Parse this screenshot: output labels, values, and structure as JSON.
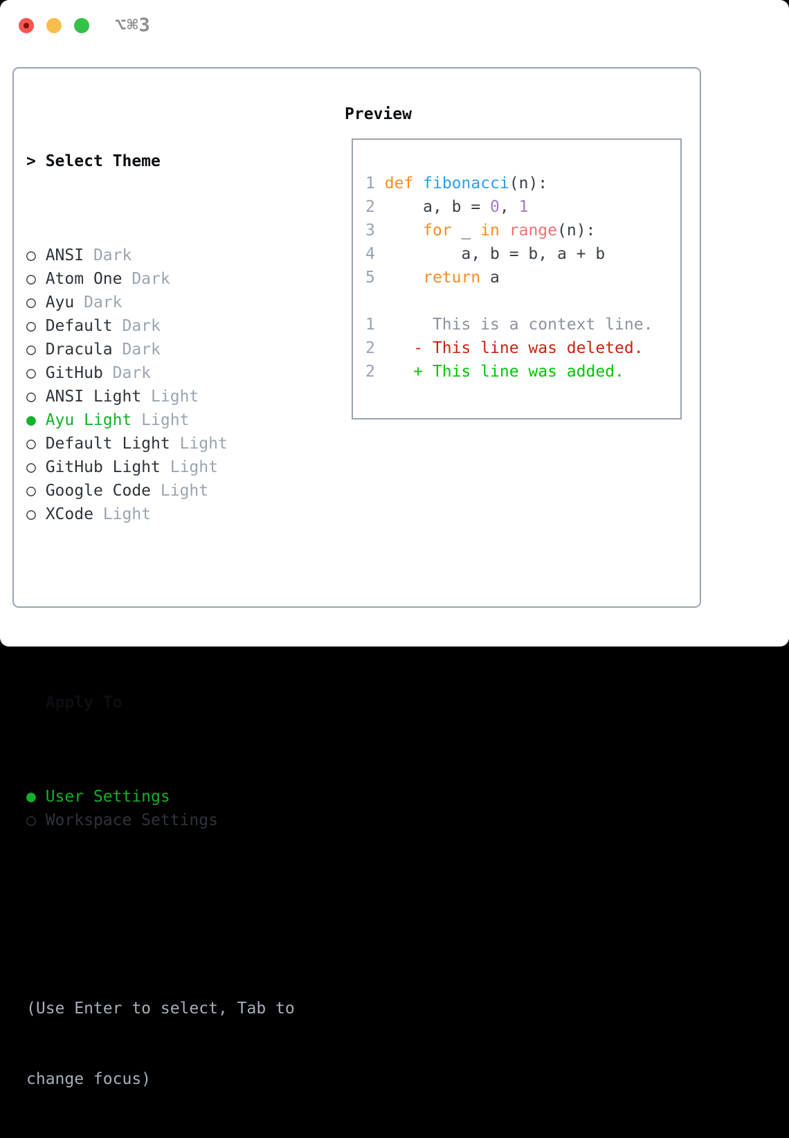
{
  "titlebar": {
    "shortcut_label": "⌥⌘3"
  },
  "glyphs": {
    "prompt": "> ",
    "radio_unselected": "○ ",
    "radio_selected": "● ",
    "indent": "  "
  },
  "theme_selector": {
    "title": "Select Theme",
    "items": [
      {
        "name": "ANSI",
        "variant": "Dark",
        "selected": false
      },
      {
        "name": "Atom One",
        "variant": "Dark",
        "selected": false
      },
      {
        "name": "Ayu",
        "variant": "Dark",
        "selected": false
      },
      {
        "name": "Default",
        "variant": "Dark",
        "selected": false
      },
      {
        "name": "Dracula",
        "variant": "Dark",
        "selected": false
      },
      {
        "name": "GitHub",
        "variant": "Dark",
        "selected": false
      },
      {
        "name": "ANSI Light",
        "variant": "Light",
        "selected": false
      },
      {
        "name": "Ayu Light",
        "variant": "Light",
        "selected": true
      },
      {
        "name": "Default Light",
        "variant": "Light",
        "selected": false
      },
      {
        "name": "GitHub Light",
        "variant": "Light",
        "selected": false
      },
      {
        "name": "Google Code",
        "variant": "Light",
        "selected": false
      },
      {
        "name": "XCode",
        "variant": "Light",
        "selected": false
      }
    ]
  },
  "apply_to": {
    "title": "Apply To",
    "options": [
      {
        "label": "User Settings",
        "selected": true
      },
      {
        "label": "Workspace Settings",
        "selected": false
      }
    ]
  },
  "hint_lines": [
    "(Use Enter to select, Tab to",
    "change focus)"
  ],
  "preview": {
    "title": "Preview",
    "lines": [
      {
        "num": "1",
        "tokens": [
          [
            " ",
            "code"
          ],
          [
            "def",
            "kw"
          ],
          [
            " ",
            "code"
          ],
          [
            "fibonacci",
            "fn"
          ],
          [
            "(n):",
            "code"
          ]
        ]
      },
      {
        "num": "2",
        "tokens": [
          [
            "     a, b = ",
            "code"
          ],
          [
            "0",
            "num"
          ],
          [
            ", ",
            "code"
          ],
          [
            "1",
            "num"
          ]
        ]
      },
      {
        "num": "3",
        "tokens": [
          [
            "     ",
            "code"
          ],
          [
            "for",
            "kw"
          ],
          [
            " _ ",
            "code"
          ],
          [
            "in",
            "kw"
          ],
          [
            " ",
            "code"
          ],
          [
            "range",
            "call"
          ],
          [
            "(n):",
            "code"
          ]
        ]
      },
      {
        "num": "4",
        "tokens": [
          [
            "         a, b = b, a + b",
            "code"
          ]
        ]
      },
      {
        "num": "5",
        "tokens": [
          [
            "     ",
            "code"
          ],
          [
            "return",
            "kw"
          ],
          [
            " a",
            "code"
          ]
        ]
      },
      {
        "num": "",
        "tokens": []
      },
      {
        "num": "1",
        "tokens": [
          [
            "      This is a context line.",
            "ctx"
          ]
        ]
      },
      {
        "num": "2",
        "tokens": [
          [
            "    - This line was deleted.",
            "del"
          ]
        ]
      },
      {
        "num": "2",
        "tokens": [
          [
            "    + This line was added.",
            "add"
          ]
        ]
      }
    ]
  },
  "colors": {
    "tl-red": "#F4574F",
    "tl-red-dot": "#7F1108",
    "tl-yellow": "#F7BE4E",
    "tl-green": "#33C247",
    "shortcut": "#8E8E8E",
    "border": "#9BA3B0",
    "header": "#0B0E12",
    "text": "#2E343C",
    "dim": "#9AA5B1",
    "selected": "#13B02A",
    "hint": "#A6AFBC",
    "line-num": "#98A2B0",
    "code": "#3A4149",
    "kw": "#F88C22",
    "fn": "#2D9FE4",
    "num": "#A37ACC",
    "call": "#F07171",
    "ctx": "#8B939E",
    "del": "#C5260F",
    "add": "#04C404"
  }
}
